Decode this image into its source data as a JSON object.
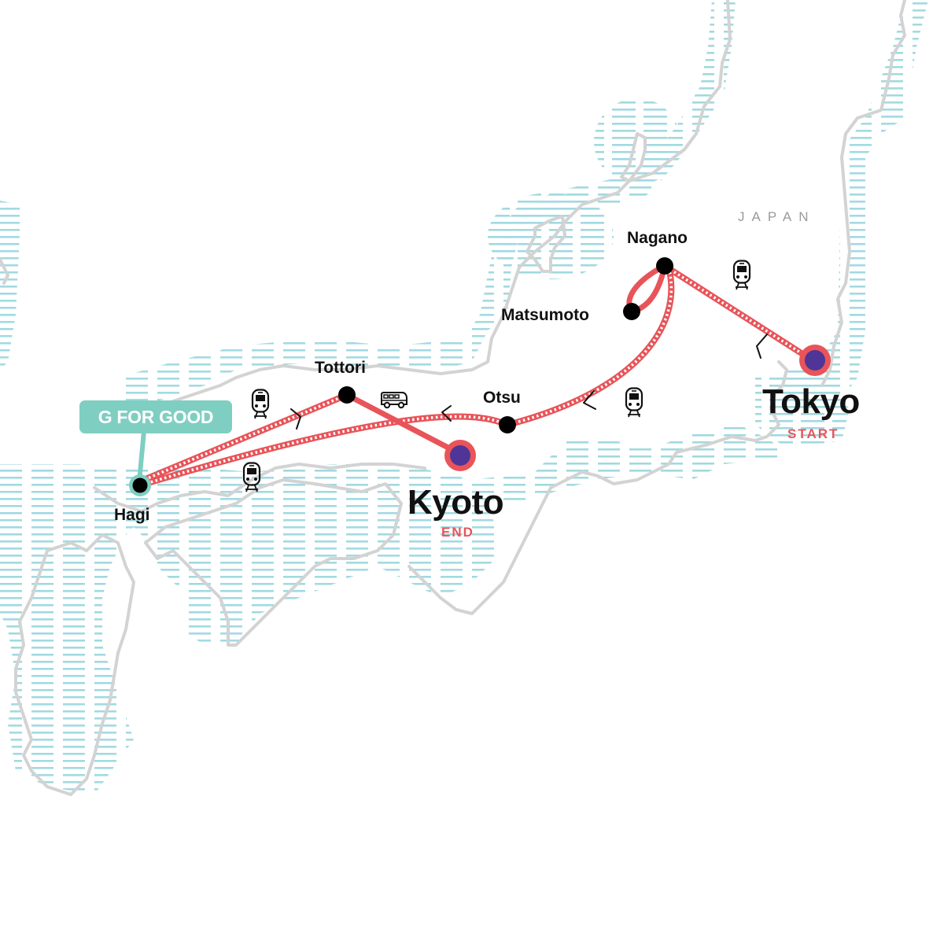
{
  "map": {
    "country_label": "JAPAN",
    "colors": {
      "route": "#e85459",
      "endpoint_fill": "#4e3597",
      "stop_fill": "#000000",
      "g_for_good": "#7fcec2",
      "coastline": "#d3d3d3",
      "water_hatch": "#9dd8df",
      "country_label": "#9a9a9a"
    },
    "start": {
      "name": "Tokyo",
      "tag": "START"
    },
    "end": {
      "name": "Kyoto",
      "tag": "END"
    },
    "stops": [
      {
        "name": "Nagano"
      },
      {
        "name": "Matsumoto"
      },
      {
        "name": "Otsu"
      },
      {
        "name": "Tottori"
      },
      {
        "name": "Hagi"
      }
    ],
    "badge": {
      "label": "G FOR GOOD",
      "attached_to": "Hagi"
    },
    "route_order": [
      "Tokyo",
      "Nagano",
      "Matsumoto",
      "Nagano",
      "Otsu",
      "Hagi",
      "Tottori",
      "Kyoto"
    ],
    "legs": [
      {
        "from": "Tokyo",
        "to": "Nagano",
        "mode": "train-icon"
      },
      {
        "from": "Nagano",
        "to": "Matsumoto",
        "mode": "road"
      },
      {
        "from": "Matsumoto",
        "to": "Nagano",
        "mode": "road"
      },
      {
        "from": "Nagano",
        "to": "Otsu",
        "mode": "train-icon"
      },
      {
        "from": "Otsu",
        "to": "Hagi",
        "mode": "train-icon"
      },
      {
        "from": "Hagi",
        "to": "Tottori",
        "mode": "train-icon"
      },
      {
        "from": "Tottori",
        "to": "Kyoto",
        "mode": "bus-icon"
      }
    ]
  }
}
